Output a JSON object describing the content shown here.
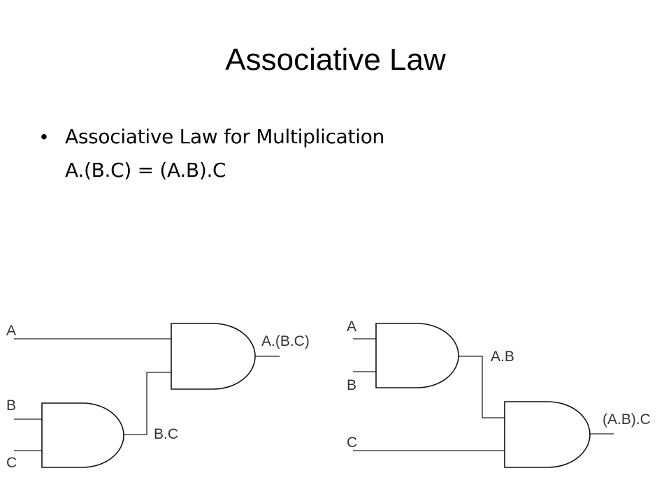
{
  "slide": {
    "title": "Associative Law",
    "bullet": "Associative Law for Multiplication",
    "equation": "A.(B.C) = (A.B).C"
  },
  "diagram_left": {
    "input_a": "A",
    "input_b": "B",
    "input_c": "C",
    "intermediate": "B.C",
    "output": "A.(B.C)"
  },
  "diagram_right": {
    "input_a": "A",
    "input_b": "B",
    "input_c": "C",
    "intermediate": "A.B",
    "output": "(A.B).C"
  }
}
